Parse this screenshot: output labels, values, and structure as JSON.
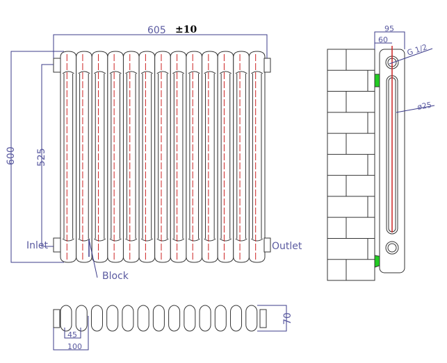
{
  "front_view": {
    "section_count": 13,
    "width_label": "605",
    "width_tolerance": "±10",
    "height_label": "600",
    "centers_label": "525",
    "inlet_label": "Inlet",
    "outlet_label": "Outlet",
    "block_label": "Block"
  },
  "side_view": {
    "depth_label": "95",
    "wall_offset_label": "60",
    "thread_label": "G 1/2",
    "tube_label": "ø25"
  },
  "top_view": {
    "depth_label": "70",
    "section_pitch_label": "45",
    "double_pitch_label": "100"
  },
  "colors": {
    "dimension": "#3b3b8a",
    "centerline": "#cc2222",
    "bracket": "#22cc22"
  }
}
